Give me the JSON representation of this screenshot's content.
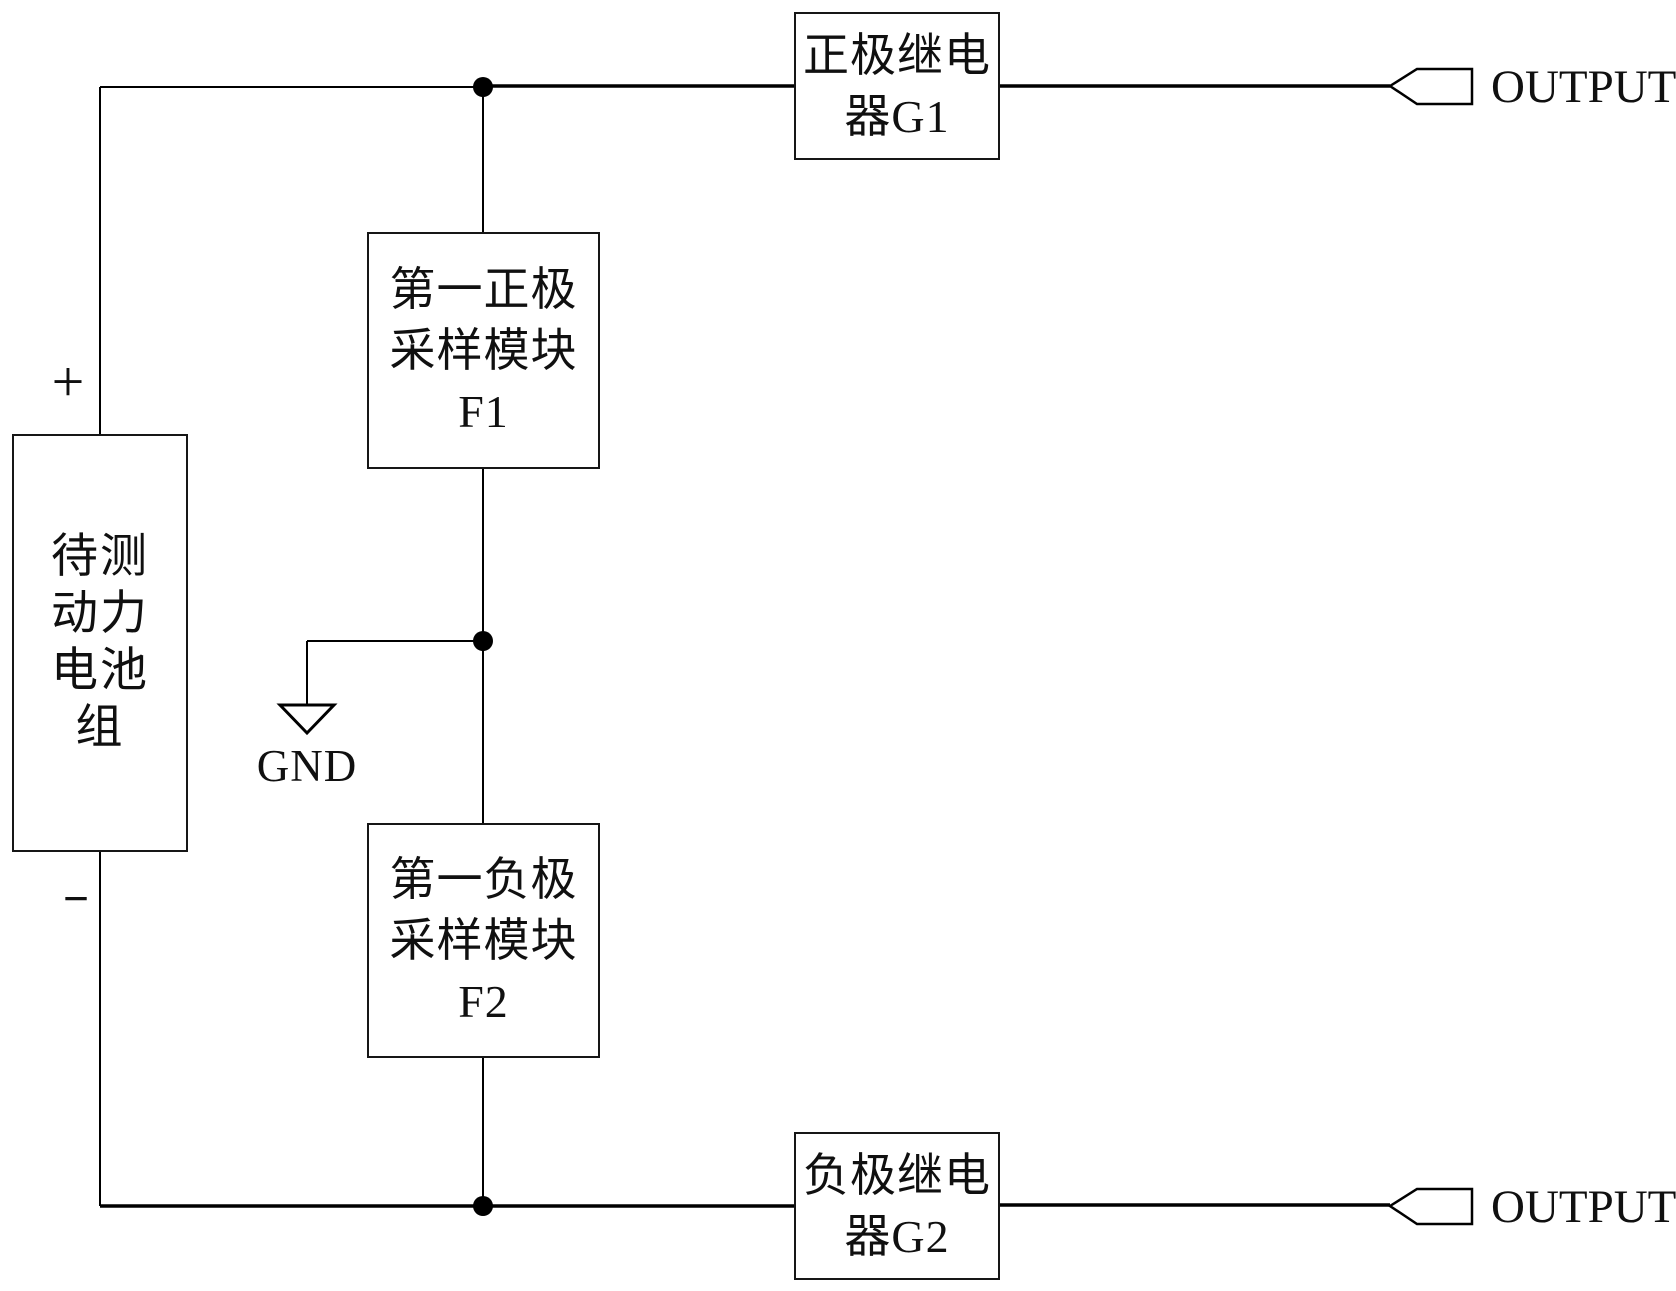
{
  "page": {
    "background_color": "#ffffff",
    "line_color": "#000000"
  },
  "battery": {
    "lines": [
      "待测",
      "动力",
      "电池",
      "组"
    ],
    "plus_label": "+",
    "minus_label": "−"
  },
  "boxes": {
    "relay_positive": {
      "lines": [
        "正极继电",
        "器G1"
      ]
    },
    "sampling_positive": {
      "lines": [
        "第一正极",
        "采样模块",
        "F1"
      ]
    },
    "sampling_negative": {
      "lines": [
        "第一负极",
        "采样模块",
        "F2"
      ]
    },
    "relay_negative": {
      "lines": [
        "负极继电",
        "器G2"
      ]
    }
  },
  "labels": {
    "ground": "GND",
    "output_positive": "OUTPUT+",
    "output_negative": "OUTPUT−"
  }
}
